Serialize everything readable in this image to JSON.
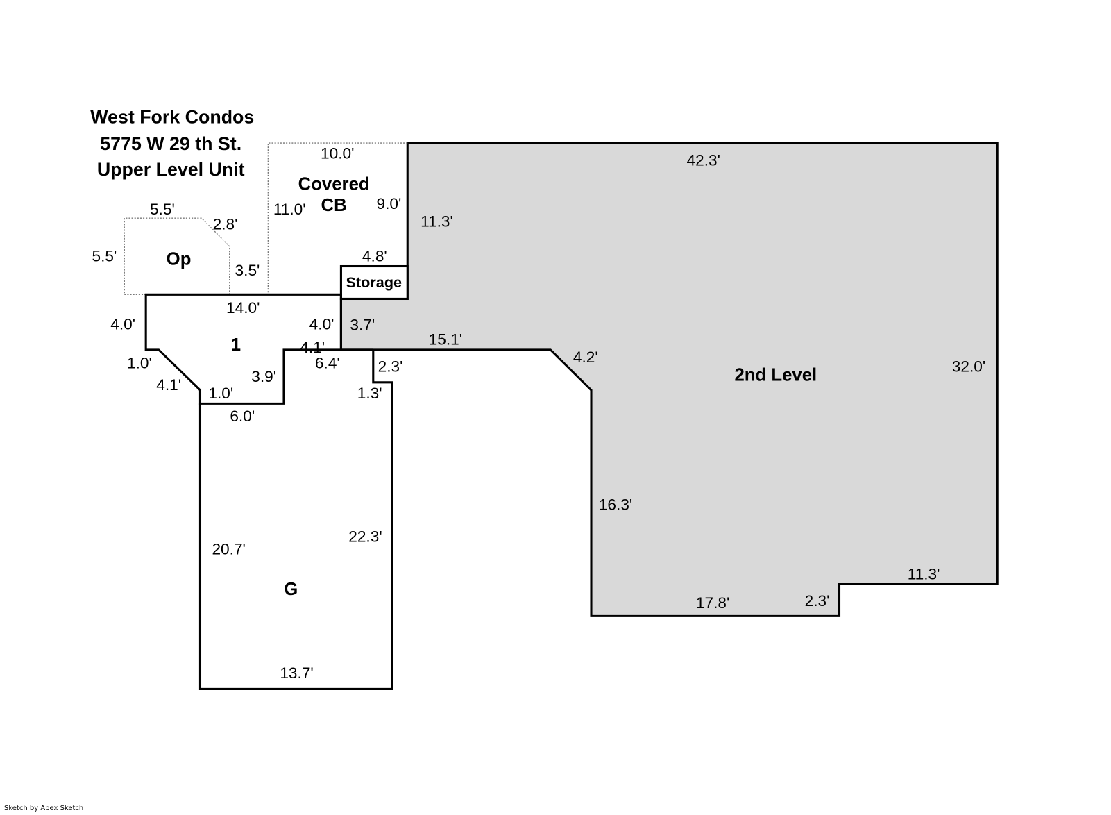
{
  "title": {
    "line1": "West Fork Condos",
    "line2": "5775 W 29 th St.",
    "line3": "Upper Level Unit"
  },
  "colors": {
    "second_level_fill": "#d9d9d9",
    "wall": "#000000",
    "dotted": "#777777"
  },
  "areas": {
    "op": {
      "label": "Op",
      "dims": [
        "5.5'",
        "2.8'",
        "5.5'",
        "3.5'"
      ]
    },
    "covered": {
      "label1": "Covered",
      "label2": "CB",
      "dims": [
        "10.0'",
        "11.0'",
        "9.0'"
      ]
    },
    "storage": {
      "label": "Storage",
      "dims": [
        "4.8'"
      ]
    },
    "room1": {
      "label": "1",
      "dims": [
        "14.0'",
        "4.0'",
        "4.0'",
        "1.0'",
        "4.1'",
        "1.0'",
        "3.9'",
        "4.1'",
        "6.4'",
        "6.0'"
      ]
    },
    "garage": {
      "label": "G",
      "dims": [
        "20.7'",
        "22.3'",
        "13.7'",
        "2.3'",
        "1.3'"
      ]
    },
    "second_level": {
      "label": "2nd Level",
      "dims": [
        "42.3'",
        "11.3'",
        "3.7'",
        "15.1'",
        "4.2'",
        "32.0'",
        "16.3'",
        "11.3'",
        "2.3'",
        "17.8'"
      ]
    }
  },
  "footer": "Sketch by Apex Sketch"
}
